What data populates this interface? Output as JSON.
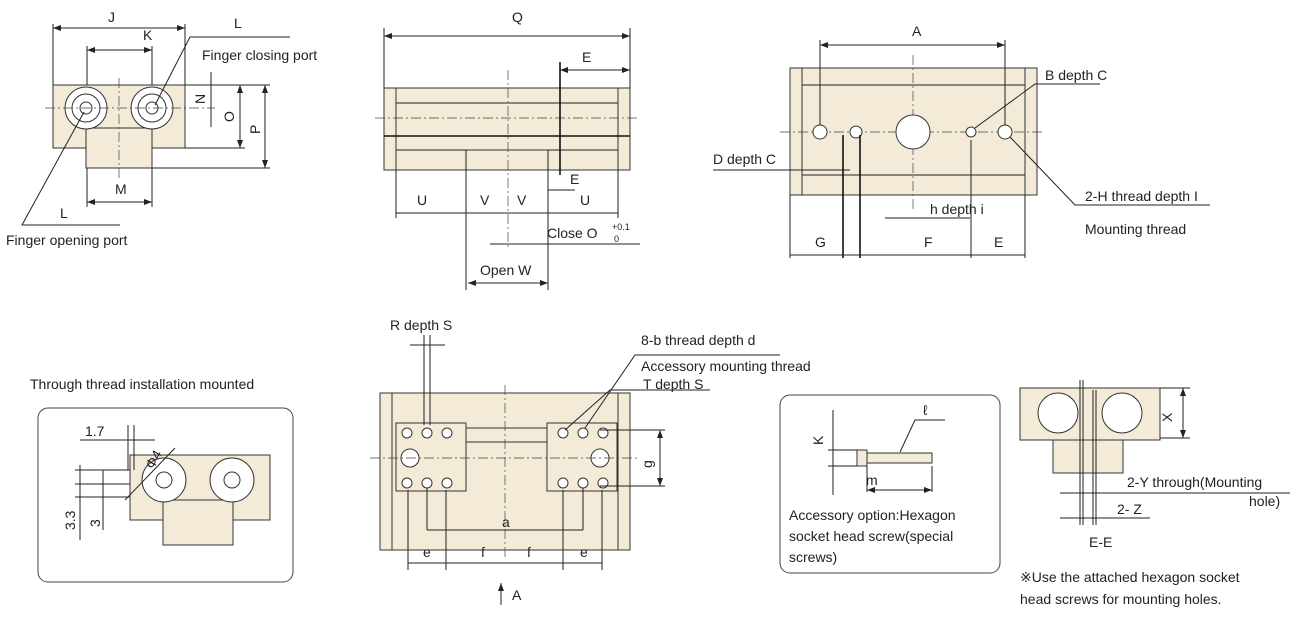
{
  "end_view": {
    "J": "J",
    "K": "K",
    "L_top": "L",
    "closing_port": "Finger closing port",
    "N": "N",
    "O": "O",
    "P": "P",
    "M": "M",
    "L_bottom": "L",
    "opening_port": "Finger opening port"
  },
  "side_view": {
    "Q": "Q",
    "E_top": "E",
    "E_bottom": "E",
    "U_left": "U",
    "V_left": "V",
    "V_right": "V",
    "U_right": "U",
    "close": "Close O",
    "close_tol_upper": "+0.1",
    "close_tol_lower": "0",
    "open": "Open W"
  },
  "top_view": {
    "A": "A",
    "b_depth": "B depth C",
    "d_depth": "D depth C",
    "h_thread": "2-H thread depth I",
    "mounting_thread": "Mounting thread",
    "h_depth": "h depth i",
    "G": "G",
    "F": "F",
    "E": "E"
  },
  "through_mount": {
    "title": "Through thread installation mounted",
    "d17": "1.7",
    "phi4": "Φ4",
    "d33": "3.3",
    "d3": "3"
  },
  "bottom_view": {
    "r_depth": "R depth S",
    "b_thread": "8-b thread depth d",
    "accessory_thread": "Accessory mounting thread",
    "t_depth": "T depth S",
    "g": "g",
    "a": "a",
    "e_left": "e",
    "f_left": "f",
    "f_right": "f",
    "e_right": "e",
    "A": "A"
  },
  "accessory": {
    "K": "K",
    "l": "ℓ",
    "m": "m",
    "line1": "Accessory option:Hexagon",
    "line2": "socket head screw(special",
    "line3": "screws)"
  },
  "section": {
    "X": "X",
    "y_through": "2-Y through(Mounting",
    "hole": "hole)",
    "z": "2- Z",
    "ee": "E-E",
    "note1": "※Use the attached hexagon socket",
    "note2": "head screws for mounting holes."
  }
}
